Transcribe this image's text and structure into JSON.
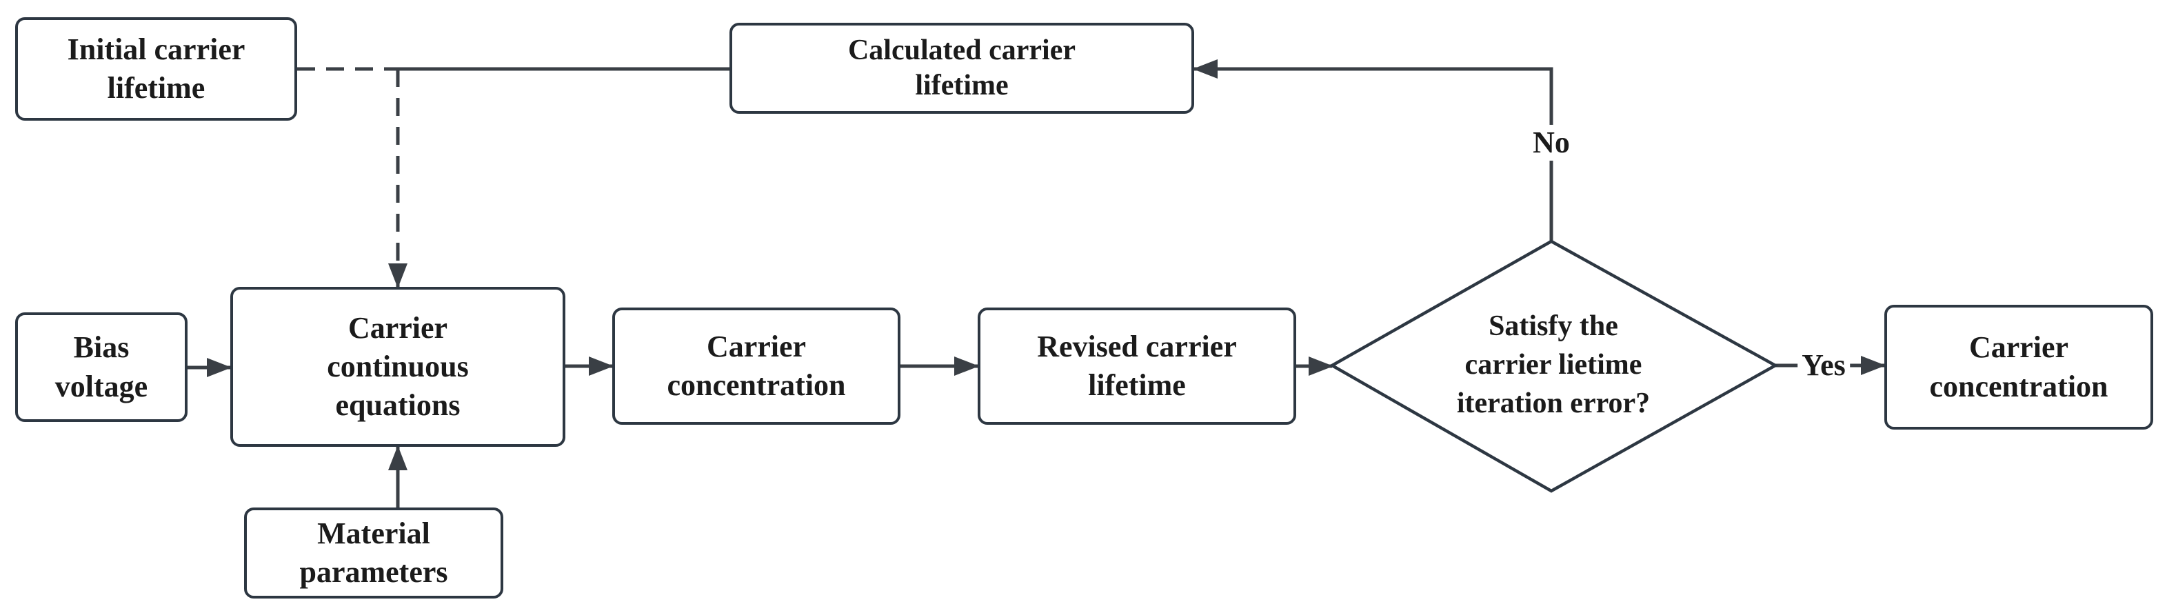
{
  "nodes": {
    "initial": {
      "lines": [
        "Initial carrier",
        "lifetime"
      ]
    },
    "calculated": {
      "lines": [
        "Calculated carrier",
        "lifetime"
      ]
    },
    "bias": {
      "lines": [
        "Bias",
        "voltage"
      ]
    },
    "equations": {
      "lines": [
        "Carrier",
        "continuous",
        "equations"
      ]
    },
    "concentration_mid": {
      "lines": [
        "Carrier",
        "concentration"
      ]
    },
    "revised": {
      "lines": [
        "Revised carrier",
        "lifetime"
      ]
    },
    "decision": {
      "lines": [
        "Satisfy the",
        "carrier lietime",
        "iteration error?"
      ]
    },
    "concentration_out": {
      "lines": [
        "Carrier",
        "concentration"
      ]
    },
    "material": {
      "lines": [
        "Material",
        "parameters"
      ]
    }
  },
  "edge_labels": {
    "no": "No",
    "yes": "Yes"
  },
  "colors": {
    "box_border": "#2d3742",
    "connector": "#3a3f45",
    "text": "#1b1b1b",
    "background": "#ffffff"
  }
}
